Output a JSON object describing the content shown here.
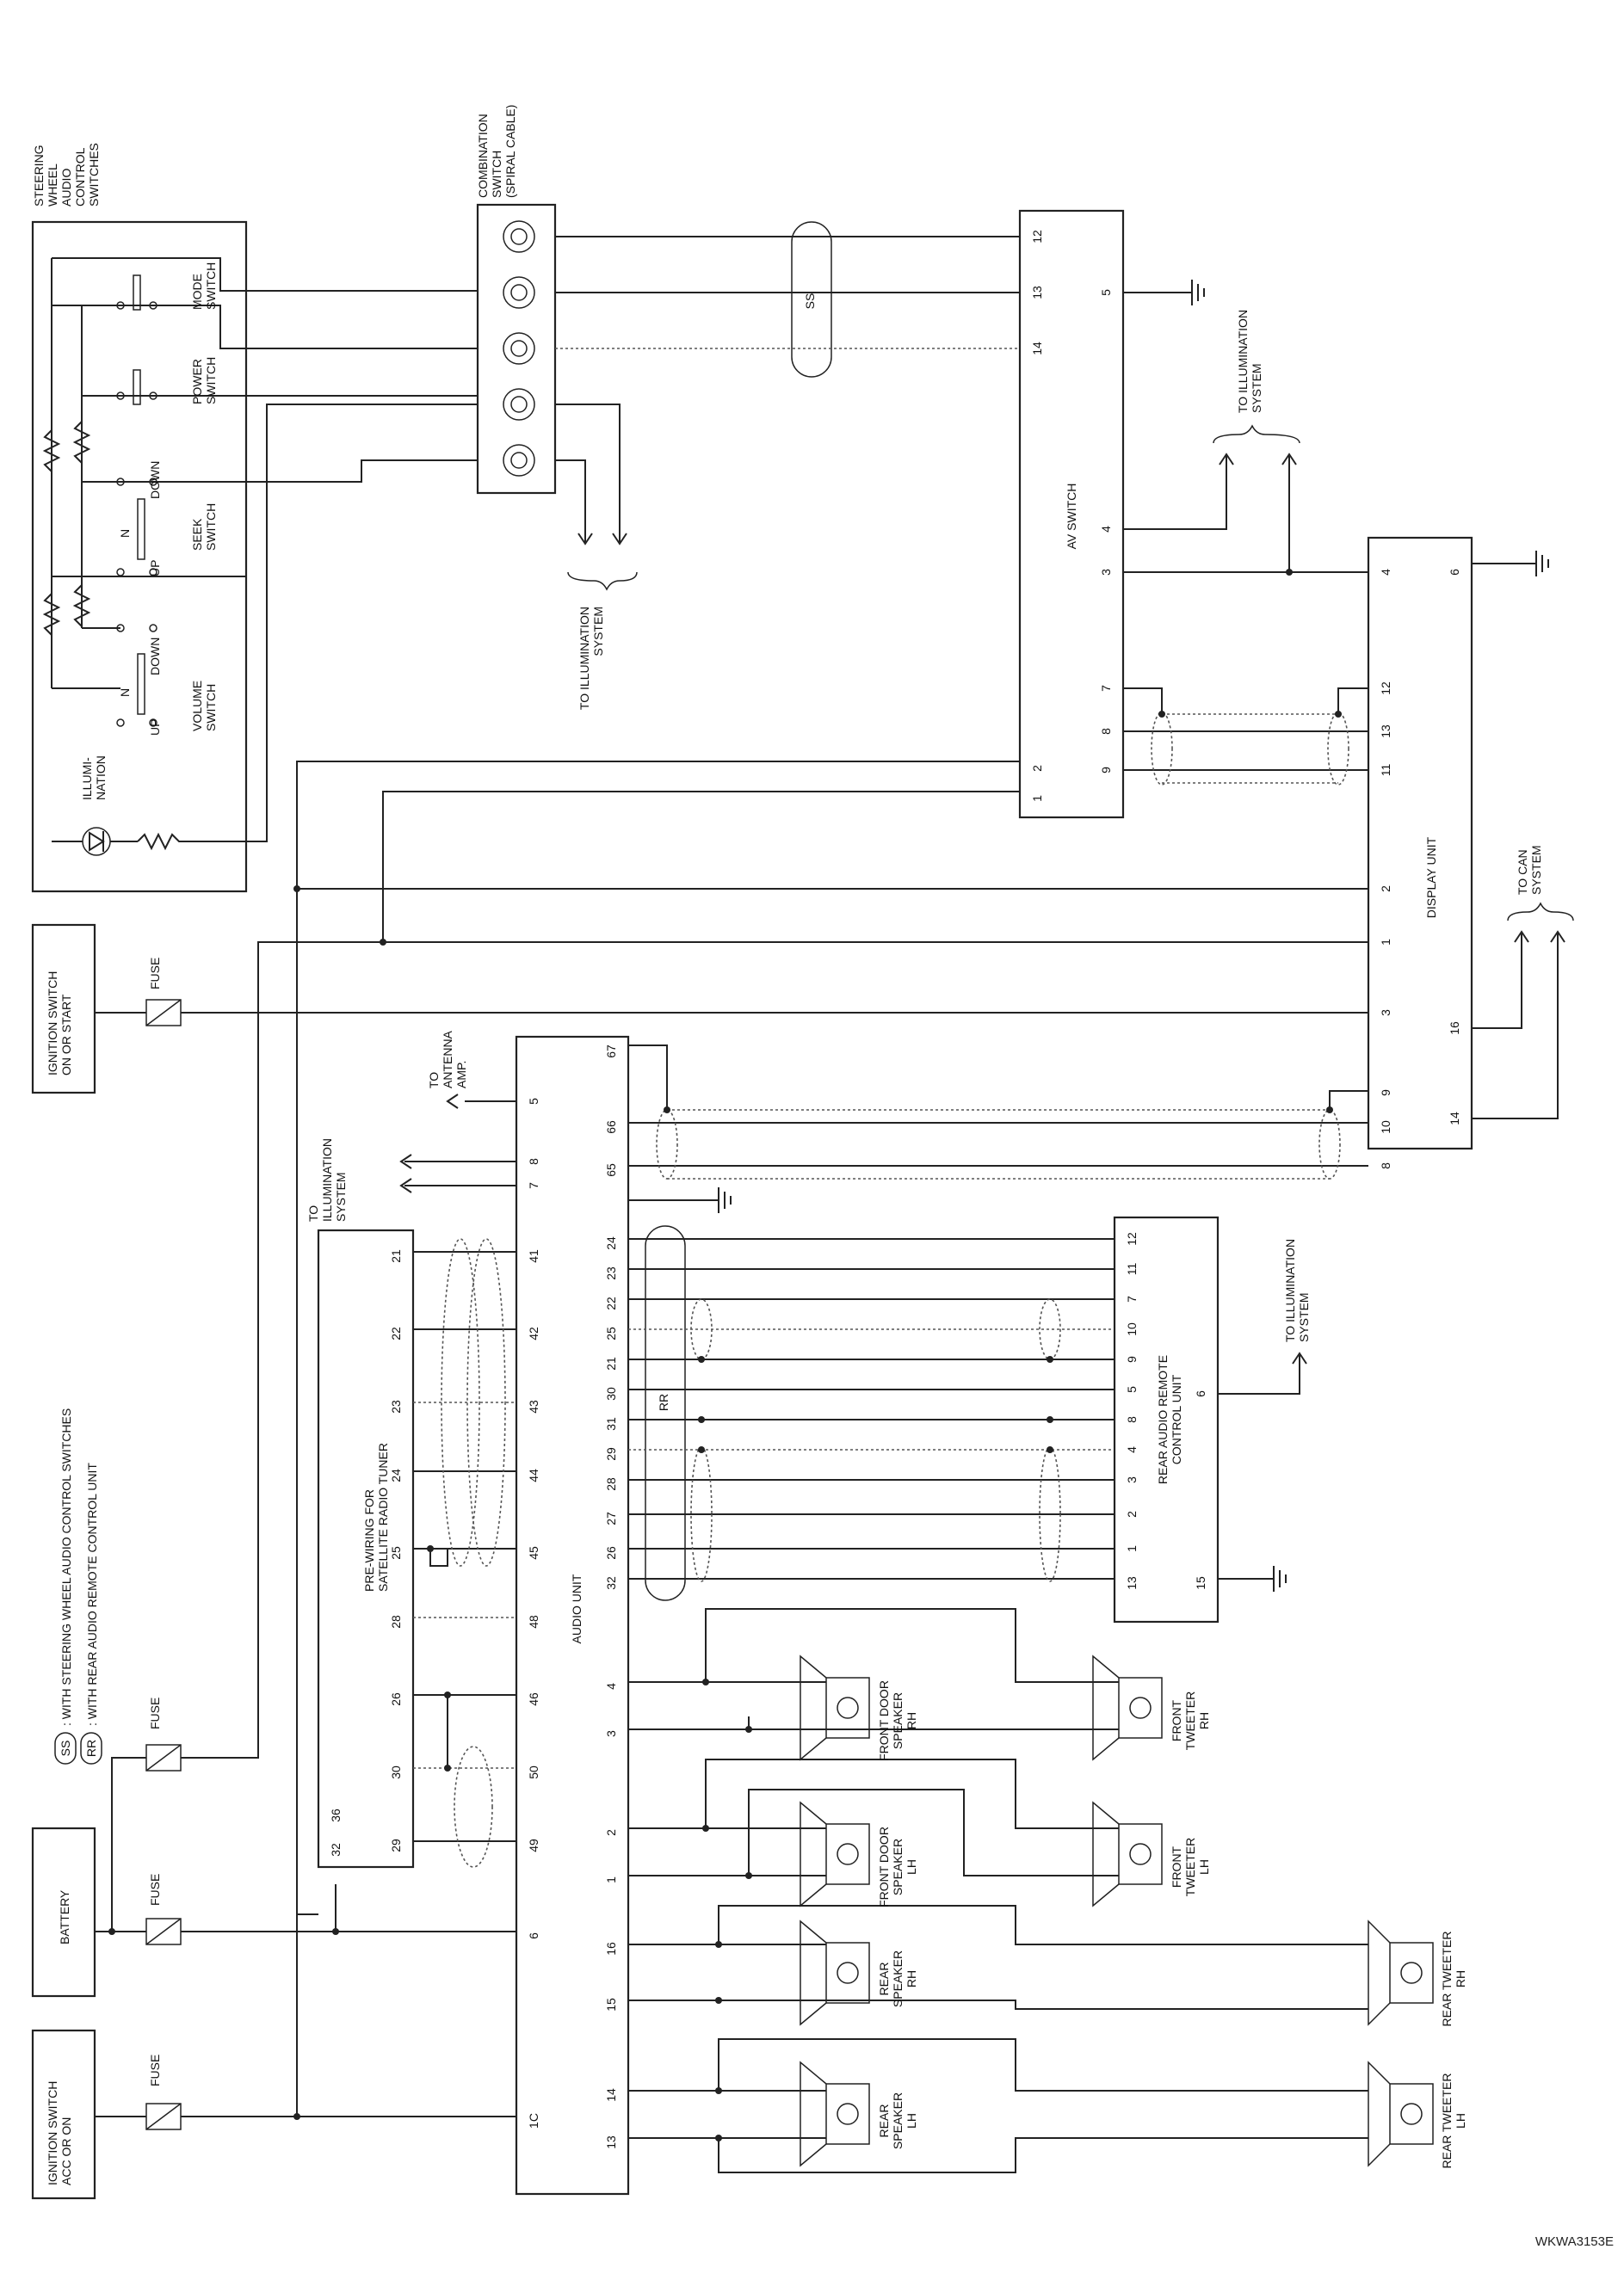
{
  "legend": {
    "ss_code": "SS",
    "ss_text": ": WITH STEERING WHEEL AUDIO CONTROL SWITCHES",
    "rr_code": "RR",
    "rr_text": ": WITH REAR AUDIO REMOTE CONTROL UNIT"
  },
  "components": {
    "steering_switches": [
      "STEERING",
      "WHEEL",
      "AUDIO",
      "CONTROL",
      "SWITCHES"
    ],
    "mode_switch": [
      "MODE",
      "SWITCH"
    ],
    "power_switch": [
      "POWER",
      "SWITCH"
    ],
    "seek_switch": [
      "SEEK",
      "SWITCH"
    ],
    "volume_switch": [
      "VOLUME",
      "SWITCH"
    ],
    "illumination": [
      "ILLUMI-",
      "NATION"
    ],
    "combination_switch": [
      "COMBINATION",
      "SWITCH",
      "(SPIRAL CABLE)"
    ],
    "av_switch": "AV SWITCH",
    "display_unit": "DISPLAY UNIT",
    "audio_unit": "AUDIO UNIT",
    "satellite_tuner": [
      "PRE-WIRING FOR",
      "SATELLITE RADIO TUNER"
    ],
    "rear_remote": [
      "REAR AUDIO REMOTE",
      "CONTROL UNIT"
    ],
    "ign_on_start": [
      "IGNITION SWITCH",
      "ON OR START"
    ],
    "battery": "BATTERY",
    "ign_acc_on": [
      "IGNITION SWITCH",
      "ACC OR ON"
    ],
    "fuse": "FUSE",
    "front_door_rh": [
      "FRONT DOOR",
      "SPEAKER",
      "RH"
    ],
    "front_door_lh": [
      "FRONT DOOR",
      "SPEAKER",
      "LH"
    ],
    "front_tweeter_rh": [
      "FRONT",
      "TWEETER",
      "RH"
    ],
    "front_tweeter_lh": [
      "FRONT",
      "TWEETER",
      "LH"
    ],
    "rear_speaker_rh": [
      "REAR",
      "SPEAKER",
      "RH"
    ],
    "rear_speaker_lh": [
      "REAR",
      "SPEAKER",
      "LH"
    ],
    "rear_tweeter_rh": [
      "REAR TWEETER",
      "RH"
    ],
    "rear_tweeter_lh": [
      "REAR TWEETER",
      "LH"
    ]
  },
  "switch_labels": {
    "down": "DOWN",
    "up": "UP",
    "n": "N"
  },
  "destinations": {
    "illumination": [
      "TO ILLUMINATION",
      "SYSTEM"
    ],
    "illumination_split": [
      "TO",
      "ILLUMINATION",
      "SYSTEM"
    ],
    "antenna": [
      "TO",
      "ANTENNA",
      "AMP."
    ],
    "can": [
      "TO CAN",
      "SYSTEM"
    ]
  },
  "shield_labels": {
    "ss": "SS",
    "rr": "RR"
  },
  "pins": {
    "av_switch_left": [
      "12",
      "13",
      "14",
      "4",
      "3",
      "7",
      "8",
      "9",
      "2",
      "1"
    ],
    "av_switch_right": "5",
    "display_top": [
      "4",
      "12",
      "13",
      "11",
      "2",
      "1",
      "3",
      "9",
      "10",
      "8"
    ],
    "display_right": [
      "6",
      "16",
      "14"
    ],
    "audio_top": [
      "5",
      "7",
      "8",
      "67",
      "66",
      "65",
      "24",
      "23",
      "22",
      "25",
      "21",
      "30",
      "31",
      "29",
      "28",
      "27",
      "26",
      "32",
      "4",
      "3",
      "2",
      "1",
      "16",
      "15",
      "14",
      "13"
    ],
    "audio_bottom": [
      "41",
      "42",
      "43",
      "44",
      "45",
      "48",
      "46",
      "50",
      "49",
      "6",
      "1C"
    ],
    "satellite": [
      "21",
      "22",
      "23",
      "24",
      "25",
      "28",
      "26",
      "30",
      "29",
      "36",
      "32"
    ],
    "rear_remote": [
      "12",
      "11",
      "7",
      "10",
      "9",
      "5",
      "8",
      "4",
      "3",
      "2",
      "1",
      "13",
      "6",
      "15"
    ]
  },
  "figure_code": "WKWA3153E"
}
